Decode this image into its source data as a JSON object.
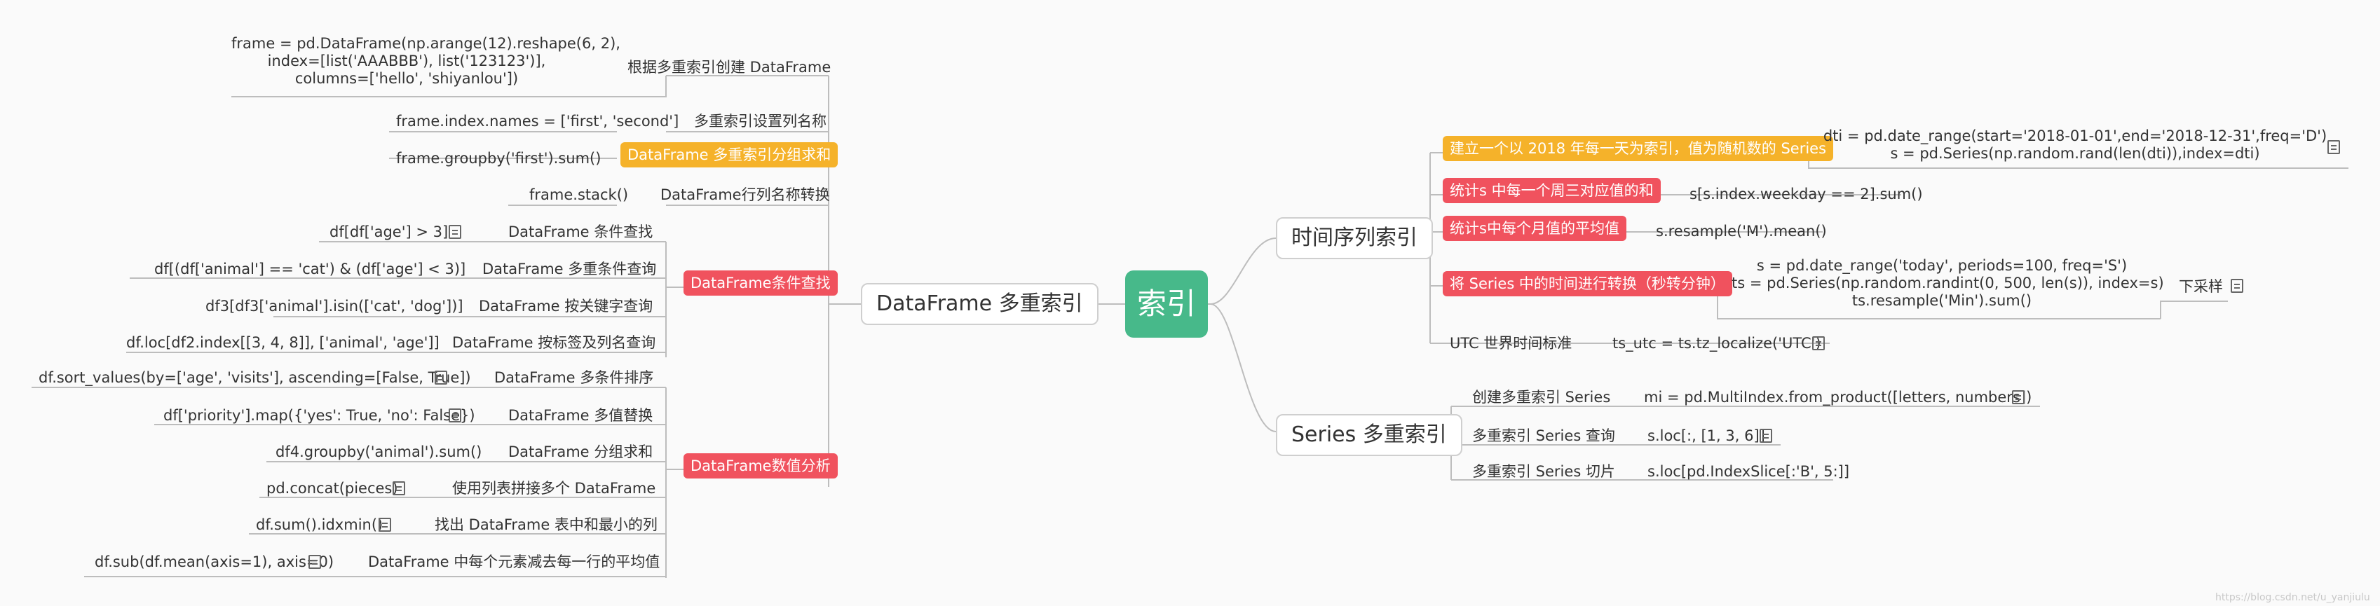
{
  "root": {
    "label": "索引"
  },
  "left_branch": {
    "title": "DataFrame 多重索引",
    "items": {
      "create": {
        "label": "根据多重索引创建 DataFrame",
        "code": "frame = pd.DataFrame(np.arange(12).reshape(6, 2),\nindex=[list('AAABBB'), list('123123')],\ncolumns=['hello', 'shiyanlou'])"
      },
      "names": {
        "label": "多重索引设置列名称",
        "code": "frame.index.names = ['first', 'second']"
      },
      "groupby": {
        "label": "DataFrame 多重索引分组求和",
        "code": "frame.groupby('first').sum()"
      },
      "stack": {
        "label": "DataFrame行列名称转换",
        "code": "frame.stack()"
      },
      "query": {
        "label": "DataFrame条件查找",
        "items": [
          {
            "label": "DataFrame 条件查找",
            "code": "df[df['age'] > 3]"
          },
          {
            "label": "DataFrame 多重条件查询",
            "code": "df[(df['animal'] == 'cat') & (df['age'] < 3)]"
          },
          {
            "label": "DataFrame 按关键字查询",
            "code": "df3[df3['animal'].isin(['cat', 'dog'])]"
          },
          {
            "label": "DataFrame 按标签及列名查询",
            "code": "df.loc[df2.index[[3, 4, 8]], ['animal', 'age']]"
          }
        ]
      },
      "analysis": {
        "label": "DataFrame数值分析",
        "items": [
          {
            "label": "DataFrame 多条件排序",
            "code": "df.sort_values(by=['age', 'visits'], ascending=[False, True])"
          },
          {
            "label": "DataFrame 多值替换",
            "code": "df['priority'].map({'yes': True, 'no': False})"
          },
          {
            "label": "DataFrame 分组求和",
            "code": "df4.groupby('animal').sum()"
          },
          {
            "label": "使用列表拼接多个 DataFrame",
            "code": "pd.concat(pieces)"
          },
          {
            "label": "找出 DataFrame 表中和最小的列",
            "code": "df.sum().idxmin()"
          },
          {
            "label": "DataFrame 中每个元素减去每一行的平均值",
            "code": "df.sub(df.mean(axis=1), axis=0)"
          }
        ]
      }
    }
  },
  "right_top": {
    "title": "时间序列索引",
    "items": [
      {
        "label": "建立一个以 2018 年每一天为索引，值为随机数的 Series",
        "code": "dti = pd.date_range(start='2018-01-01',end='2018-12-31',freq='D')\ns = pd.Series(np.random.rand(len(dti)),index=dti)"
      },
      {
        "label": "统计s 中每一个周三对应值的和",
        "code": "s[s.index.weekday == 2].sum()"
      },
      {
        "label": "统计s中每个月值的平均值",
        "code": "s.resample('M').mean()"
      },
      {
        "label": "将 Series 中的时间进行转换（秒转分钟）",
        "code": "s = pd.date_range('today', periods=100, freq='S')\nts = pd.Series(np.random.randint(0, 500, len(s)), index=s)\nts.resample('Min').sum()",
        "extra": "下采样"
      },
      {
        "label": "UTC 世界时间标准",
        "code": "ts_utc = ts.tz_localize('UTC')"
      }
    ]
  },
  "right_bottom": {
    "title": "Series 多重索引",
    "items": [
      {
        "label": "创建多重索引 Series",
        "code": "mi = pd.MultiIndex.from_product([letters, numbers])"
      },
      {
        "label": "多重索引 Series 查询",
        "code": "s.loc[:, [1, 3, 6]]"
      },
      {
        "label": "多重索引 Series 切片",
        "code": "s.loc[pd.IndexSlice[:'B', 5:]]"
      }
    ]
  },
  "watermark": "https://blog.csdn.net/u_yanjiulu",
  "colors": {
    "root": "#47b98a",
    "red": "#f0525e",
    "orange": "#f5b22a",
    "line": "#bdbdbd"
  }
}
